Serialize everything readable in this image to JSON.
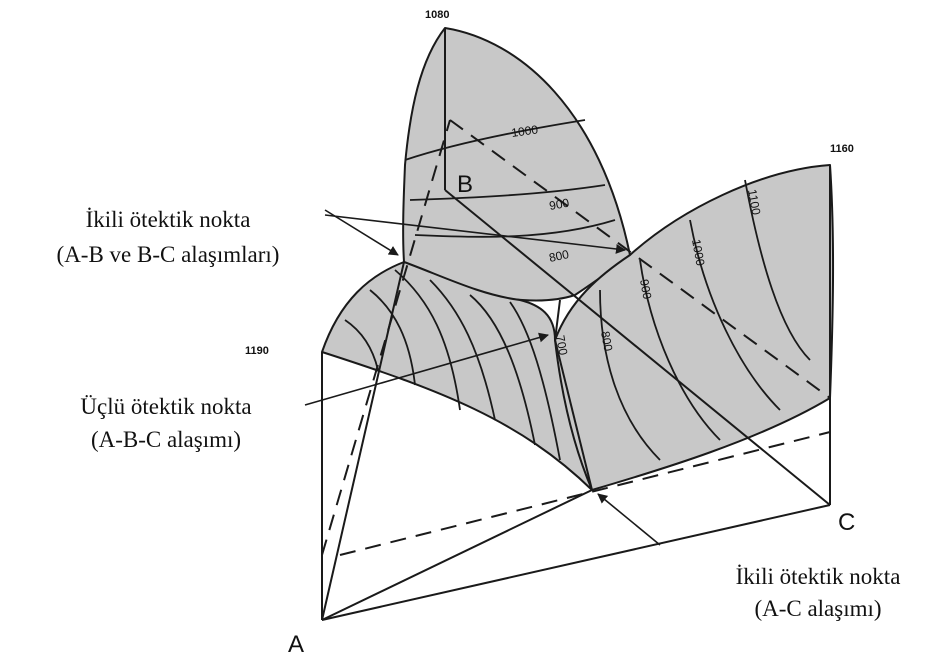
{
  "vertices": {
    "a": "A",
    "b": "B",
    "c": "C"
  },
  "melting_points": {
    "a": "1190",
    "b": "1080",
    "c": "1160"
  },
  "isotherms": {
    "b_1000": "1000",
    "b_900": "900",
    "b_800": "800",
    "c_1100": "1100",
    "c_1000": "1000",
    "c_900": "900",
    "c_800": "800",
    "ternary_700": "700"
  },
  "annotations": {
    "binary_ab_bc": {
      "line1": "İkili ötektik nokta",
      "line2": "(A-B ve B-C alaşımları)"
    },
    "ternary": {
      "line1": "Üçlü ötektik nokta",
      "line2": "(A-B-C alaşımı)"
    },
    "binary_ac": {
      "line1": "İkili ötektik nokta",
      "line2": "(A-C alaşımı)"
    }
  },
  "colors": {
    "liquidus_surface": "#c8c8c8",
    "lines": "#1a1a1a"
  }
}
